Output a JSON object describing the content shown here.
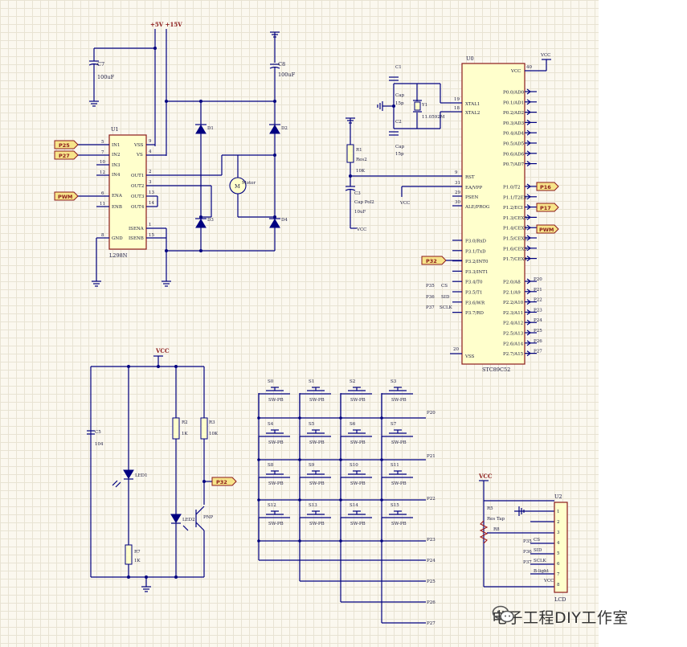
{
  "l298": {
    "name": "L298N",
    "ref": "U1",
    "left_pins": [
      "IN1",
      "IN2",
      "IN3",
      "IN4",
      "ENA",
      "ENB",
      "GND"
    ],
    "right_pins": [
      "VSS",
      "VS",
      "OUT1",
      "OUT2",
      "OUT3",
      "OUT4",
      "ISENA",
      "ISENB"
    ],
    "pin_nums": [
      "5",
      "7",
      "10",
      "12",
      "6",
      "11",
      "8",
      "9",
      "4",
      "2",
      "3",
      "13",
      "14",
      "1",
      "15"
    ],
    "supply": "+5V +15V",
    "c7": {
      "ref": "C7",
      "val": "100uF"
    },
    "c8": {
      "ref": "C8",
      "val": "100uF"
    },
    "diodes": [
      "D1",
      "D2",
      "D3",
      "D4"
    ],
    "motor": {
      "sym": "M",
      "label": "Motor"
    },
    "ports": [
      "P25",
      "P27",
      "PWM"
    ]
  },
  "mcu": {
    "ref": "U0",
    "name": "STC89C52",
    "vcc": "VCC",
    "vcc_pin": "40",
    "vss": "VSS",
    "vss_pin": "20",
    "left_top": [
      [
        "XTAL1",
        "19"
      ],
      [
        "XTAL2",
        "18"
      ]
    ],
    "left_mid": [
      [
        "RST",
        "9"
      ],
      [
        "EA/VPP",
        "31"
      ],
      [
        "PSEN",
        "29"
      ],
      [
        "ALE/PROG",
        "30"
      ]
    ],
    "left_p3": [
      "P3.0/RxD",
      "P3.1/TxD",
      "P3.2/INT0",
      "P3.3/INT1",
      "P3.4/T0",
      "P3.5/T1",
      "P3.6/WR",
      "P3.7/RD"
    ],
    "p0": [
      "P0.0/AD0",
      "P0.1/AD1",
      "P0.2/AD2",
      "P0.3/AD3",
      "P0.4/AD4",
      "P0.5/AD5",
      "P0.6/AD6",
      "P0.7/AD7"
    ],
    "p1": [
      "P1.0/T2",
      "P1.1/T2EX",
      "P1.2/ECI",
      "P1.3/CEX0",
      "P1.4/CEX1",
      "P1.5/CEX2",
      "P1.6/CEX3",
      "P1.7/CEX4"
    ],
    "p2": [
      "P2.0/A8",
      "P2.1/A9",
      "P2.2/A10",
      "P2.3/A11",
      "P2.4/A12",
      "P2.5/A13",
      "P2.6/A14",
      "P2.7/A15"
    ],
    "p2_nets": [
      "P20",
      "P21",
      "P22",
      "P23",
      "P24",
      "P25",
      "P26",
      "P27"
    ],
    "p3_nets": [
      "P35",
      "P36",
      "P37"
    ],
    "p3_sig": [
      "CS",
      "SID",
      "SCLK"
    ],
    "crystal": {
      "ref": "Y1",
      "val": "11.0592M"
    },
    "c1": {
      "ref": "C1",
      "val": "Cap",
      "val2": "15p"
    },
    "c2": {
      "ref": "C2",
      "val": "Cap",
      "val2": "15p"
    },
    "r1": {
      "ref": "R1",
      "val": "Res2",
      "val2": "10K"
    },
    "c3": {
      "ref": "C3",
      "val": "Cap Pol2",
      "val2": "10uF"
    },
    "ports_right": [
      "P16",
      "P17",
      "PWM"
    ],
    "port_left": "P32",
    "vcc_small": "VCC"
  },
  "sensor": {
    "vcc": "VCC",
    "c5": {
      "ref": "C5",
      "val": "104"
    },
    "r2": {
      "ref": "R2",
      "val": "1K"
    },
    "r3": {
      "ref": "R3",
      "val": "10K"
    },
    "led1": "LED1",
    "led2": "LED2",
    "pnp": "PNP",
    "r7": {
      "ref": "R7",
      "val": "1K"
    },
    "port": "P32"
  },
  "keypad": {
    "keys": [
      "S0",
      "S1",
      "S2",
      "S3",
      "S4",
      "S5",
      "S6",
      "S7",
      "S8",
      "S9",
      "S10",
      "S11",
      "S12",
      "S13",
      "S14",
      "S15"
    ],
    "sw": "SW-PB",
    "nets": [
      "P20",
      "P21",
      "P22",
      "P23",
      "P24",
      "P25",
      "P26",
      "P27"
    ]
  },
  "lcd": {
    "vcc": "VCC",
    "ref": "U2",
    "name": "LCD",
    "r5": {
      "ref": "R5",
      "val": "Res Tap"
    },
    "r8": "R8",
    "pins": [
      "1",
      "2",
      "3",
      "4",
      "5",
      "6",
      "7",
      "8"
    ],
    "nets": [
      "P35",
      "P36",
      "P37"
    ],
    "sig": [
      "CS",
      "SID",
      "SCLK",
      "B-light",
      "VCC"
    ]
  },
  "watermark": "电子工程DIY工作室"
}
